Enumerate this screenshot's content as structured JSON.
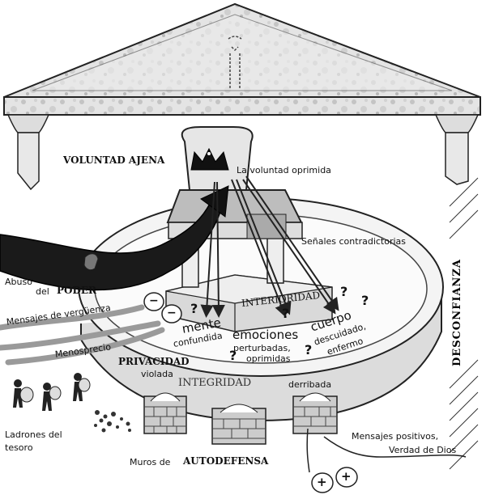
{
  "labels": {
    "voluntad_ajena": "VOLUNTAD AJENA",
    "voluntad_oprimida": "La voluntad oprimida",
    "senales": "Señales contradictorias",
    "abuso": "Abuso",
    "del": "del",
    "poder": "PODER",
    "mensajes_verguenza": "Mensajes de vergüenza",
    "menosprecio": "Menosprecio",
    "privacidad": "PRIVACIDAD",
    "violada": "violada",
    "interioridad": "INTERIORIDAD",
    "mente": "mente",
    "confundida": "confundida",
    "emociones": "emociones",
    "perturbadas": "perturbadas,",
    "oprimidas": "oprimidas",
    "cuerpo": "cuerpo",
    "descuidado": "descuidado,",
    "enfermo": "enfermo",
    "integridad": "INTEGRIDAD",
    "derribada": "derribada",
    "ladrones_1": "Ladrones del",
    "ladrones_2": "tesoro",
    "muros_de": "Muros de",
    "autodefensa": "AUTODEFENSA",
    "positivos_1": "Mensajes positivos,",
    "positivos_2": "Verdad de Dios",
    "desconfianza": "DESCONFIANZA"
  },
  "symbols": {
    "minus": "−",
    "plus": "+",
    "question": "?"
  },
  "icons": [
    "crown-icon",
    "throne-icon",
    "temple-roof-icon",
    "wall-icon",
    "thief-icon",
    "minus-bubble-icon",
    "plus-bubble-icon",
    "question-mark-icon"
  ]
}
